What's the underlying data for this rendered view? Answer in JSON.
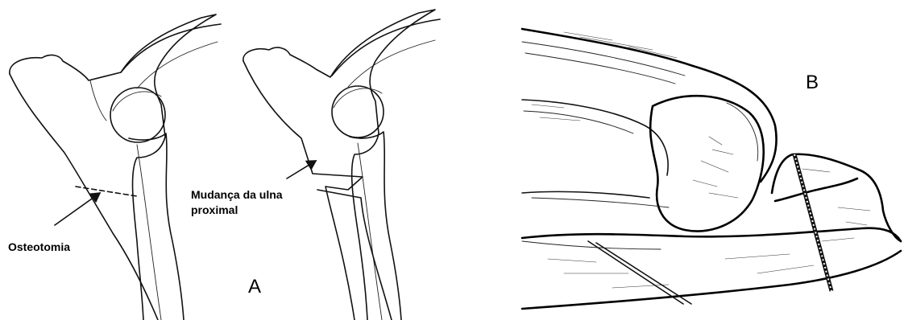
{
  "panels": {
    "a": {
      "panel_label": "A",
      "osteotomy_label": "Osteotomia",
      "shift_label_line1": "Mudança da ulna",
      "shift_label_line2": "proximal"
    },
    "b": {
      "panel_label": "B"
    }
  }
}
